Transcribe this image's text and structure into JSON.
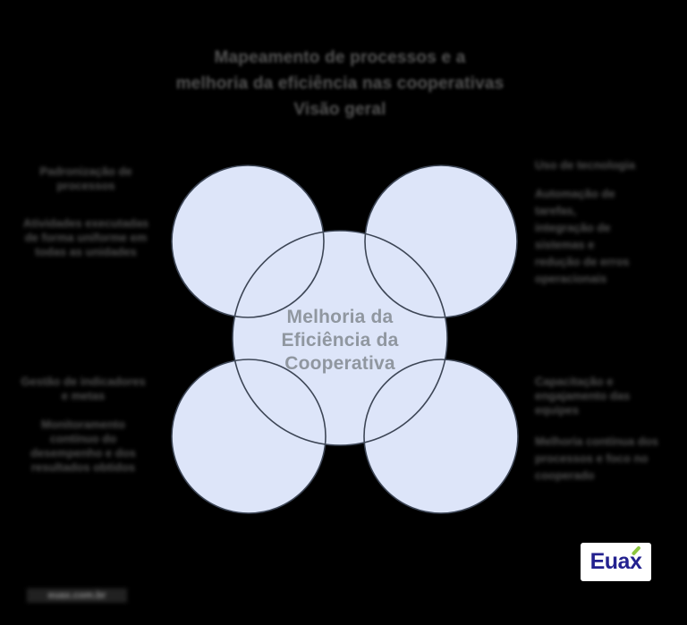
{
  "title": {
    "line1": "Mapeamento de processos e a",
    "line2": "melhoria da eficiência nas cooperativas",
    "line3": "Visão geral"
  },
  "center": {
    "label": "Melhoria da\nEficiência da\nCooperativa"
  },
  "quadrants": {
    "top_left": {
      "heading": "Padronização de processos",
      "body": "Atividades executadas de forma uniforme em todas as unidades"
    },
    "top_right": {
      "heading": "Uso de tecnologia",
      "body": "Automação de tarefas, integração de sistemas e redução de erros operacionais"
    },
    "bottom_left": {
      "heading": "Gestão de indicadores e metas",
      "body": "Monitoramento contínuo do desempenho e dos resultados obtidos"
    },
    "bottom_right": {
      "heading": "Capacitação e engajamento das equipes",
      "body": "Melhoria contínua dos processos e foco no cooperado"
    }
  },
  "footer": {
    "watermark": "euax.com.br"
  },
  "logo": {
    "text_main": "Eua",
    "text_x": "x"
  },
  "colors": {
    "background": "#000000",
    "circle_fill": "#dde5f9",
    "circle_stroke": "#3d4656",
    "center_text": "#9097a0",
    "annotation_text": "#4f4f4f",
    "title_text": "#545454",
    "logo_navy": "#23218f",
    "logo_green": "#8dc63f"
  }
}
